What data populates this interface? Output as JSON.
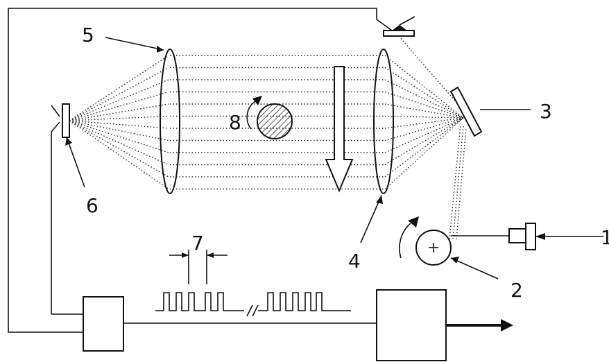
{
  "diagram": {
    "labels": {
      "l1": "1",
      "l2": "2",
      "l3": "3",
      "l4": "4",
      "l5": "5",
      "l6": "6",
      "l7": "7",
      "l8": "8"
    },
    "colors": {
      "ink": "#111111",
      "background": "#ffffff"
    }
  }
}
